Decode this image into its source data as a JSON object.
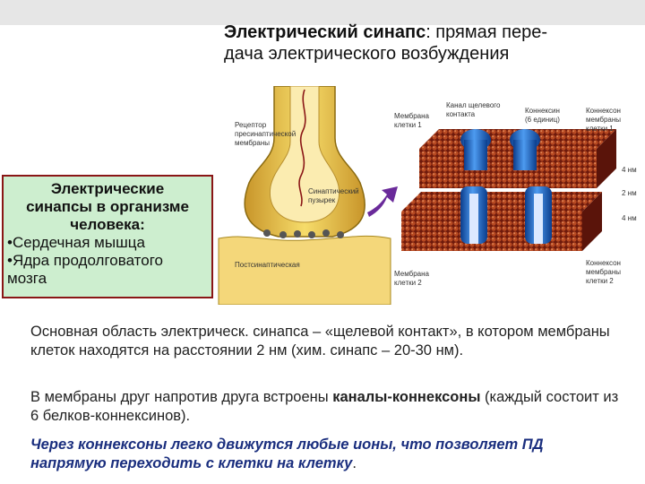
{
  "title": {
    "bold": "Электрический синапс",
    "rest_line1": ": прямая пере-",
    "line2": "дача электрического возбуждения"
  },
  "figure_labels": {
    "left_top": [
      "Рецептор",
      "пресинаптической",
      "мембраны"
    ],
    "left_mid": [
      "Синаптический",
      "пузырек"
    ],
    "left_bottom": "Постсинаптическая",
    "canal": [
      "Канал щелевого",
      "контакта"
    ],
    "connexin": [
      "Коннексин",
      "(6 единиц)"
    ],
    "membrane1": [
      "Мембрана",
      "клетки 1"
    ],
    "connexon1": [
      "Коннексон",
      "мембраны",
      "клетки 1"
    ],
    "membrane2": [
      "Мембрана",
      "клетки 2"
    ],
    "connexon2": [
      "Коннексон",
      "мембраны",
      "клетки 2"
    ],
    "dims": [
      "4 нм",
      "2 нм",
      "4 нм"
    ]
  },
  "sidebar": {
    "heading": [
      "Электрические",
      "синапсы в организме",
      "человека:"
    ],
    "items": [
      "•Сердечная мышца",
      "•Ядра продолговатого",
      "мозга"
    ]
  },
  "body": {
    "p1": "Основная область электрическ. синапса – «щелевой контакт», в котором мембраны клеток находятся на расстоянии 2 нм (хим. синапс – 20-30 нм).",
    "p2_a": "В мембраны друг напротив друга встроены ",
    "p2_bold": "каналы-коннексоны",
    "p2_b": " (каждый состоит из 6 белков-коннексинов).",
    "p3": "Через коннексоны легко движутся любые ионы, что позволяет ПД напрямую переходить с клетки на клетку",
    "p3_end": "."
  },
  "colors": {
    "membrane_red": "#a2341c",
    "channel_blue": "#1f66c4",
    "synapse_yellow": "#f1cf4c",
    "box_green": "#cdeecf",
    "box_border": "#8a1616",
    "italic_blue": "#1a2e7e"
  }
}
